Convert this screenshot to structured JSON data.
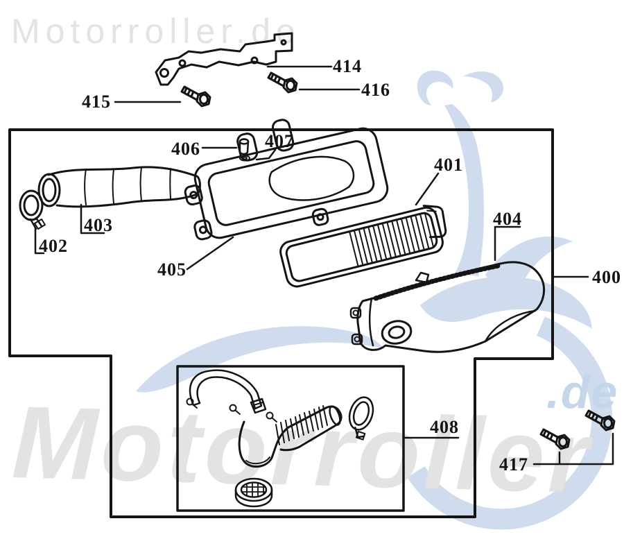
{
  "watermark": {
    "header": "Motorroller.de",
    "big_text": "Motorroller",
    "big_suffix": ".de"
  },
  "diagram": {
    "part_labels": {
      "n400": "400",
      "n401": "401",
      "n402": "402",
      "n403": "403",
      "n404": "404",
      "n405": "405",
      "n406": "406",
      "n407": "407",
      "n408": "408",
      "n414": "414",
      "n415": "415",
      "n416": "416",
      "n417": "417"
    }
  },
  "colors": {
    "ink": "#141414",
    "watermark_gray": "#e3e3e3",
    "accent": "#cfdcee",
    "accent_strong": "#c5d5ea"
  }
}
